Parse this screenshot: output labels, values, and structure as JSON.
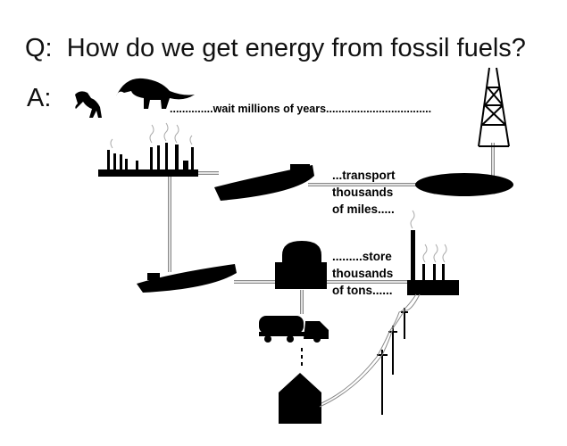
{
  "question_prefix": "Q:",
  "question": "How do we get energy from fossil fuels?",
  "answer_prefix": "A:",
  "step_wait": "..............wait millions of years..................................",
  "step_transport": [
    "...transport",
    "thousands",
    "of miles....."
  ],
  "step_store": [
    ".........store",
    "thousands",
    "of tons......"
  ]
}
